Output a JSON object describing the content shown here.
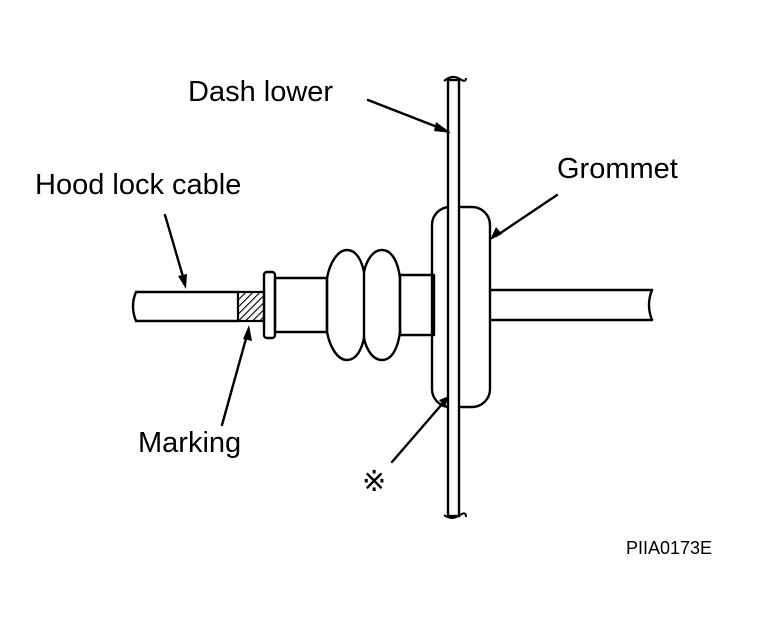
{
  "labels": {
    "dash_lower": "Dash lower",
    "grommet": "Grommet",
    "hood_lock_cable": "Hood lock cable",
    "marking": "Marking",
    "reference_mark": "※",
    "figure_code": "PIIA0173E"
  }
}
